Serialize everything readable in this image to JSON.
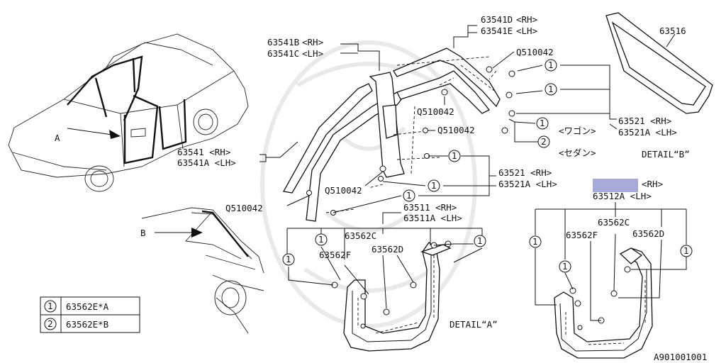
{
  "labels": {
    "p63541D": "63541D",
    "p63541D_rh": "<RH>",
    "p63541E": "63541E",
    "p63541E_lh": "<LH>",
    "p63541B": "63541B",
    "p63541B_rh": "<RH>",
    "p63541C": "63541C",
    "p63541C_lh": "<LH>",
    "q1": "Q510042",
    "q2": "Q510042",
    "q3": "Q510042",
    "q4": "Q510042",
    "q5": "Q510042",
    "p63516": "63516",
    "p63521_b": "63521  <RH>",
    "p63521A_b": "63521A <LH>",
    "wagon": "<ワゴン>",
    "sedan": "<セダン>",
    "detail_b": "DETAIL“B”",
    "p63541": "63541  <RH>",
    "p63541A": "63541A <LH>",
    "p63521": "63521  <RH>",
    "p63521A": "63521A <LH>",
    "p63511": "63511  <RH>",
    "p63511A": "63511A <LH>",
    "p63562C_a": "63562C",
    "p63562F_a": "63562F",
    "p63562D_a": "63562D",
    "p63512_rh": "<RH>",
    "p63512A": "63512A <LH>",
    "p63562C_r": "63562C",
    "p63562F_r": "63562F",
    "p63562D_r": "63562D",
    "detail_a": "DETAIL“A”",
    "arrow_a": "A",
    "arrow_b": "B",
    "doc_id": "A901001001"
  },
  "callouts": {
    "one": "1",
    "two": "2"
  },
  "legend": {
    "rows": [
      {
        "num": "1",
        "part": "63562E*A"
      },
      {
        "num": "2",
        "part": "63562E*B"
      }
    ]
  },
  "colors": {
    "highlight": "#a7a9d8",
    "ink": "#111111"
  }
}
